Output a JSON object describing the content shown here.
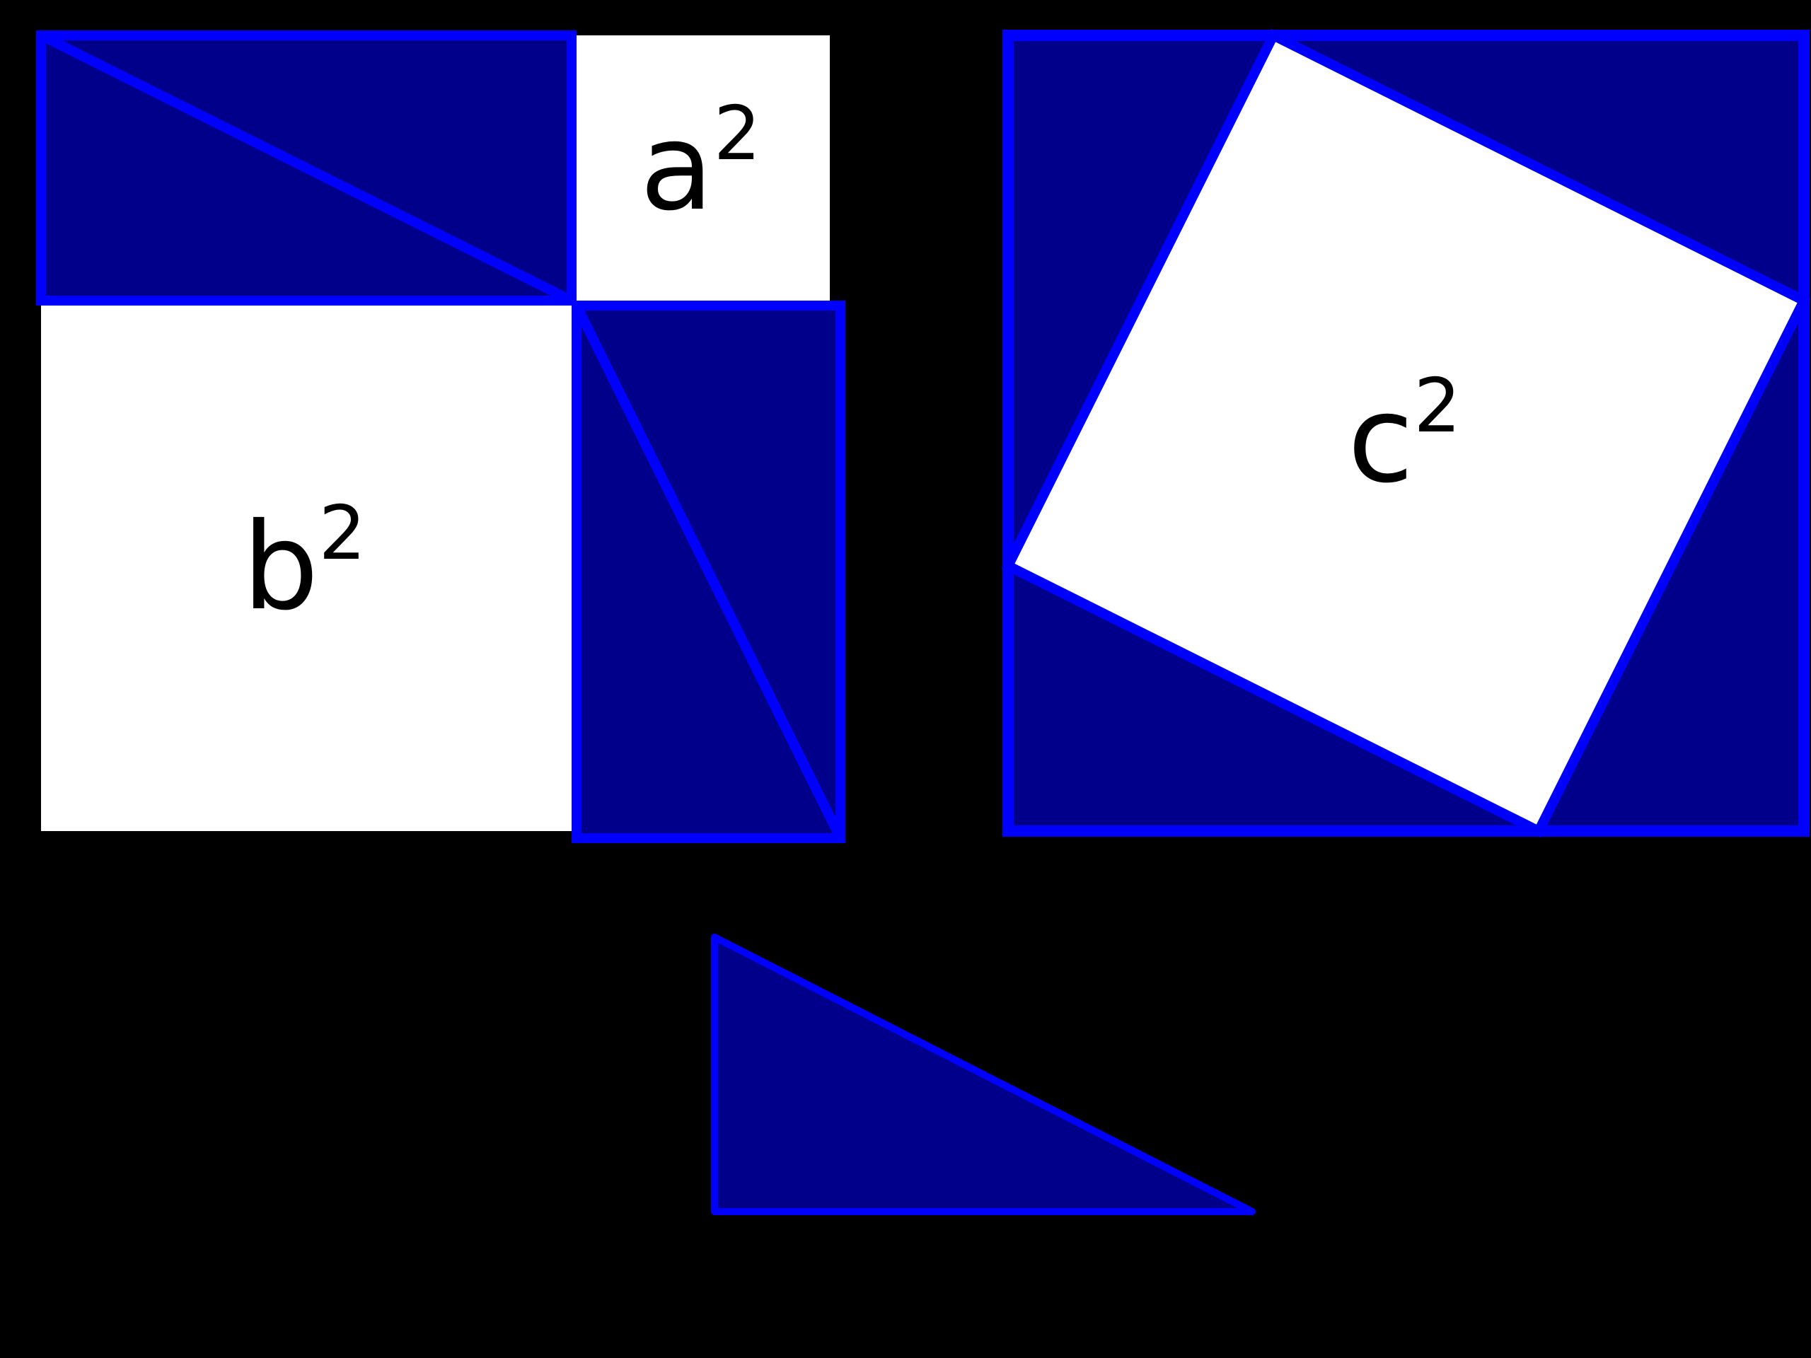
{
  "colors": {
    "bg": "#000000",
    "outline": "#0000ff",
    "fill": "#00008b",
    "square": "#ffffff",
    "label": "#000000"
  },
  "labels": {
    "a": {
      "base": "a",
      "sup": "2"
    },
    "b": {
      "base": "b",
      "sup": "2"
    },
    "c": {
      "base": "c",
      "sup": "2"
    }
  }
}
